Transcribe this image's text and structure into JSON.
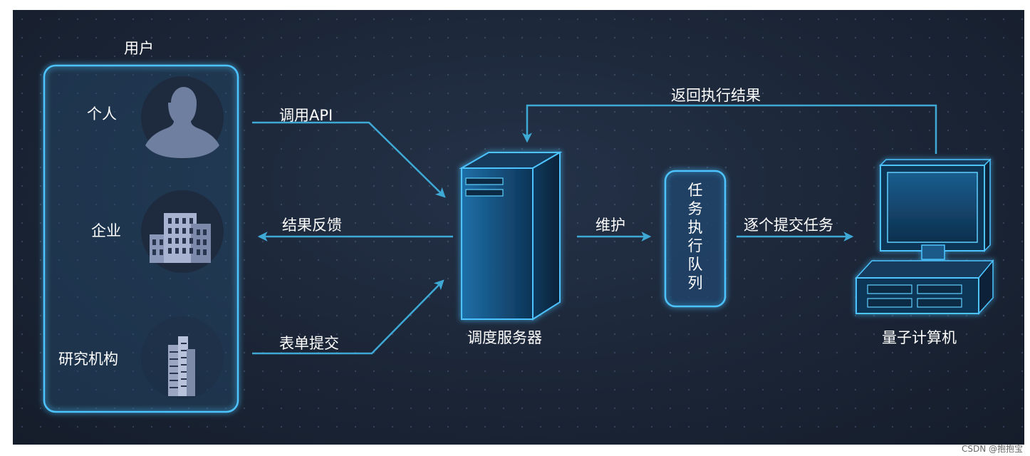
{
  "users": {
    "title": "用户",
    "individual": "个人",
    "enterprise": "企业",
    "research": "研究机构"
  },
  "edges": {
    "call_api": "调用API",
    "feedback": "结果反馈",
    "form_submit": "表单提交",
    "maintain": "维护",
    "submit_tasks": "逐个提交任务",
    "return_results": "返回执行结果"
  },
  "nodes": {
    "server": "调度服务器",
    "queue": "任务执行队列",
    "quantum": "量子计算机"
  },
  "watermark": "CSDN @抱抱宝",
  "colors": {
    "line": "#3fa9d6",
    "glow": "#2fb0ff",
    "panel_border": "#4ec3ff"
  }
}
